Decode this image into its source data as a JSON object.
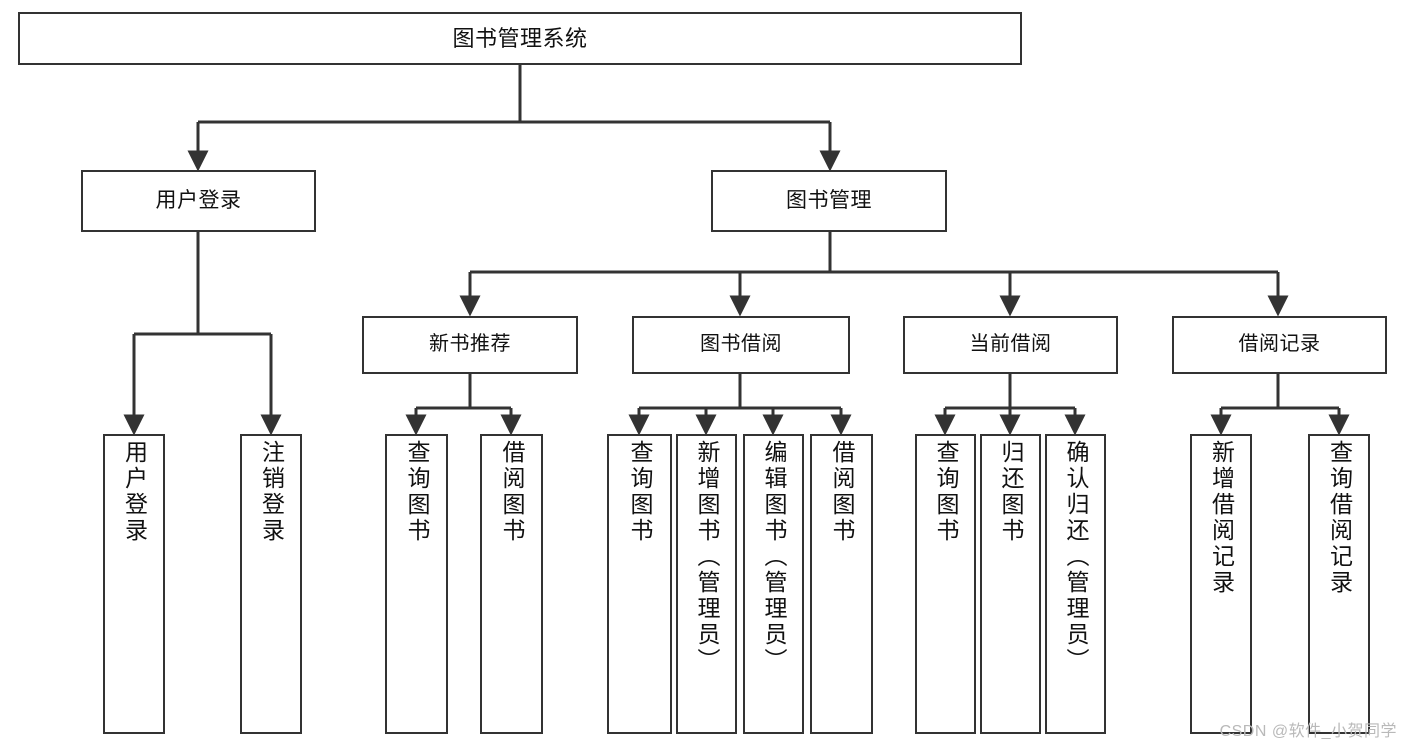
{
  "diagram": {
    "kind": "system-function-tree",
    "watermark": "CSDN @软件_小贺同学",
    "colors": {
      "background": "#ffffff",
      "node_border": "#333333",
      "node_fill": "#ffffff",
      "edge": "#333333",
      "text": "#111111",
      "watermark": "#b9b9b9"
    },
    "root": {
      "label": "图书管理系统"
    },
    "level2": [
      {
        "label": "用户登录"
      },
      {
        "label": "图书管理"
      }
    ],
    "level3": [
      {
        "label": "新书推荐"
      },
      {
        "label": "图书借阅"
      },
      {
        "label": "当前借阅"
      },
      {
        "label": "借阅记录"
      }
    ],
    "leaves": {
      "user_login": [
        {
          "label": "用户登录"
        },
        {
          "label": "注销登录"
        }
      ],
      "new_book_recommend": [
        {
          "label": "查询图书"
        },
        {
          "label": "借阅图书"
        }
      ],
      "book_borrow": [
        {
          "label": "查询图书"
        },
        {
          "label": "新增图书（管理员）"
        },
        {
          "label": "编辑图书（管理员）"
        },
        {
          "label": "借阅图书"
        }
      ],
      "current_borrow": [
        {
          "label": "查询图书"
        },
        {
          "label": "归还图书"
        },
        {
          "label": "确认归还（管理员）"
        }
      ],
      "borrow_records": [
        {
          "label": "新增借阅记录"
        },
        {
          "label": "查询借阅记录"
        }
      ]
    }
  }
}
